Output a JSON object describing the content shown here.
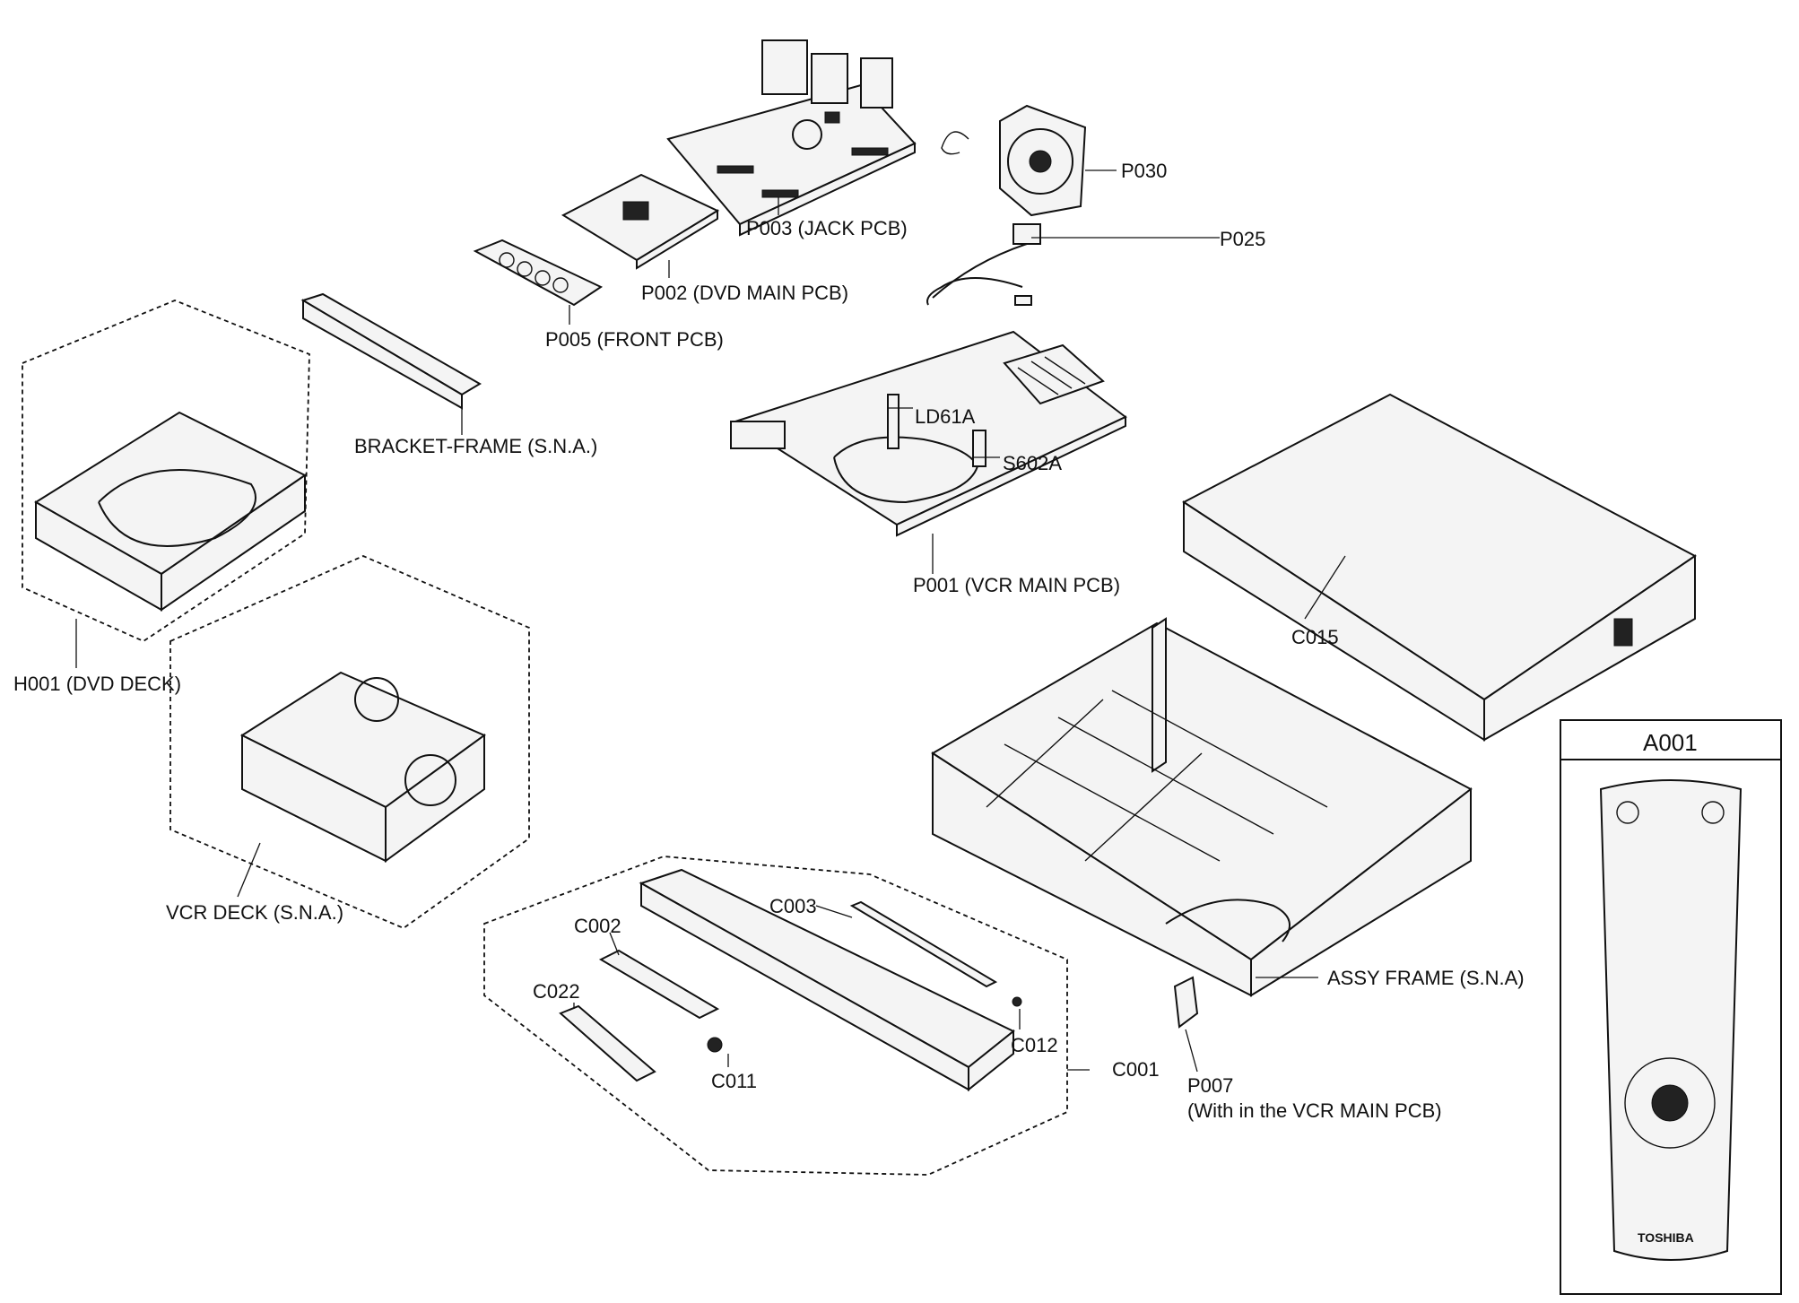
{
  "labels": {
    "p030": "P030",
    "p003": "P003 (JACK PCB)",
    "p025": "P025",
    "p002": "P002 (DVD MAIN PCB)",
    "p005": "P005 (FRONT PCB)",
    "bracket": "BRACKET-FRAME (S.N.A.)",
    "ld61a": "LD61A",
    "s602a": "S602A",
    "p001": "P001 (VCR MAIN PCB)",
    "h001": "H001 (DVD DECK)",
    "c015": "C015",
    "vcr_deck": "VCR DECK (S.N.A.)",
    "c003": "C003",
    "c002": "C002",
    "c022": "C022",
    "c011": "C011",
    "c012": "C012",
    "c001": "C001",
    "assy_frame": "ASSY FRAME (S.N.A)",
    "p007": "P007",
    "p007_note": "(With in the VCR MAIN PCB)",
    "a001": "A001"
  },
  "remote": {
    "brand": "TOSHIBA"
  }
}
